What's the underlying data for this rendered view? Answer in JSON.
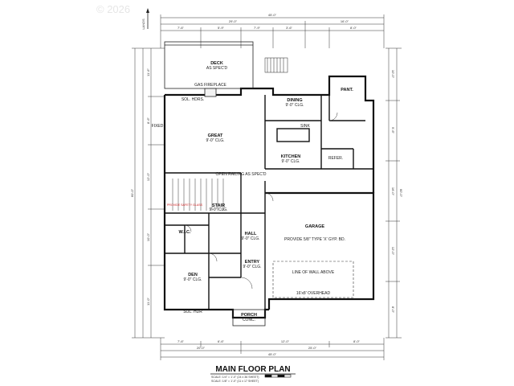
{
  "watermark": "© 2026",
  "north_label": "LANDS",
  "title": "MAIN FLOOR PLAN",
  "scale_lines": [
    "SCALE: 1/4\" = 1'-0\" (24 x 36 SHEET)",
    "SCALE: 1/8\" = 1'-0\" (11 x 17 SHEET)"
  ],
  "dimensions": {
    "top_overall": "45'-0\"",
    "top_left": "29'-0\"",
    "top_right": "16'-0\"",
    "top_segments": [
      "7'-6\"",
      "5'-9\"",
      "7'-9\"",
      "3'-6\"",
      "8'-0\""
    ],
    "bottom_overall": "45'-0\"",
    "bottom_left": "20'-0\"",
    "bottom_right": "25'-0\"",
    "bottom_segments": [
      "7'-6\"",
      "6'-6\"",
      "12'-0\"",
      "8'-0\""
    ],
    "left_overall": "60'-0\"",
    "left_segments": [
      "11'-6\"",
      "8'-6\"",
      "12'-0\"",
      "10'-0\"",
      "11'-0\""
    ],
    "right_overall": "60'-0\"",
    "right_segments": [
      "10'-0\"",
      "9'-6\"",
      "16'-0\"",
      "12'-0\"",
      "8'-0\""
    ]
  },
  "rooms": [
    {
      "name": "DECK",
      "sub": "AS SPEC'D"
    },
    {
      "name": "DINING",
      "sub": "9'-0\" CLG."
    },
    {
      "name": "PANT.",
      "sub": ""
    },
    {
      "name": "GREAT",
      "sub": "9'-0\" CLG."
    },
    {
      "name": "KITCHEN",
      "sub": "9'-0\" CLG."
    },
    {
      "name": "STAIR",
      "sub": "9'-0\" CLG."
    },
    {
      "name": "W.I.C.",
      "sub": ""
    },
    {
      "name": "HALL",
      "sub": "9'-0\" CLG."
    },
    {
      "name": "GARAGE",
      "sub": "PROVIDE 5/8\" TYPE 'X' GYP. BD."
    },
    {
      "name": "ENTRY",
      "sub": "9'-0\" CLG."
    },
    {
      "name": "DEN",
      "sub": "9'-0\" CLG."
    },
    {
      "name": "PORCH",
      "sub": "CONC."
    }
  ],
  "notes": [
    "SOL. HDRS.",
    "OPEN RAILING AS SPEC'D",
    "LINE OF WALL ABOVE",
    "16'x8' OVERHEAD",
    "GAS FIREPLACE",
    "FIXED",
    "SOL. HDR",
    "SINK",
    "REFER."
  ],
  "red_note": "PROVIDE SAFETY GLASS"
}
